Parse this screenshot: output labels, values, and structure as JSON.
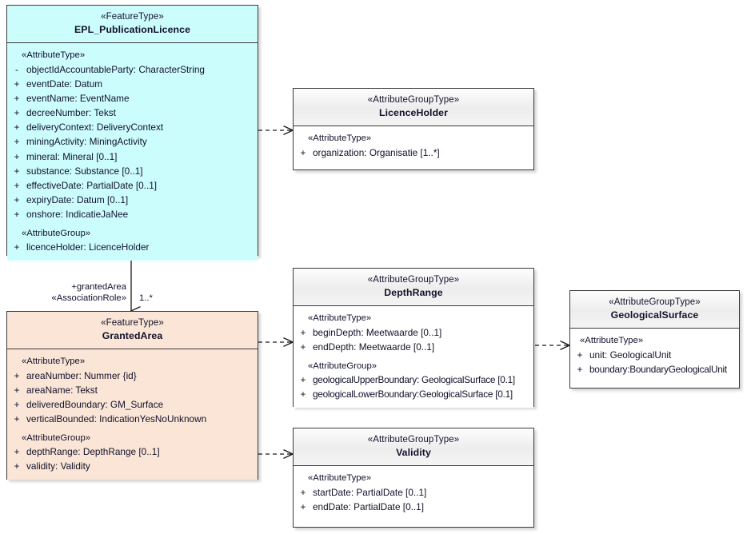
{
  "diagram": {
    "title": "EPL_PublicationLicence UML class diagram",
    "colors": {
      "featuretype_licence_fill": "#ccfdfd",
      "featuretype_area_fill": "#fbe5d6",
      "attributegrouptype_header_fill": "#f0f0f0",
      "attributegrouptype_body_fill": "#ffffff",
      "border": "#3a3a3a",
      "text": "#11112b"
    }
  },
  "classes": {
    "epl_publication_licence": {
      "stereotype": "«FeatureType»",
      "name": "EPL_PublicationLicence",
      "groups": [
        {
          "label": "«AttributeType»",
          "attributes": [
            {
              "visibility": "-",
              "signature": "objectIdAccountableParty: CharacterString"
            },
            {
              "visibility": "+",
              "signature": "eventDate: Datum"
            },
            {
              "visibility": "+",
              "signature": "eventName: EventName"
            },
            {
              "visibility": "+",
              "signature": "decreeNumber: Tekst"
            },
            {
              "visibility": "+",
              "signature": "deliveryContext: DeliveryContext"
            },
            {
              "visibility": "+",
              "signature": "miningActivity: MiningActivity"
            },
            {
              "visibility": "+",
              "signature": "mineral: Mineral [0..1]"
            },
            {
              "visibility": "+",
              "signature": "substance: Substance [0..1]"
            },
            {
              "visibility": "+",
              "signature": "effectiveDate: PartialDate [0..1]"
            },
            {
              "visibility": "+",
              "signature": "expiryDate: Datum [0..1]"
            },
            {
              "visibility": "+",
              "signature": "onshore: IndicatieJaNee"
            }
          ]
        },
        {
          "label": "«AttributeGroup»",
          "attributes": [
            {
              "visibility": "+",
              "signature": "licenceHolder: LicenceHolder"
            }
          ]
        }
      ]
    },
    "licence_holder": {
      "stereotype": "«AttributeGroupType»",
      "name": "LicenceHolder",
      "groups": [
        {
          "label": "«AttributeType»",
          "attributes": [
            {
              "visibility": "+",
              "signature": "organization: Organisatie [1..*]"
            }
          ]
        }
      ]
    },
    "granted_area": {
      "stereotype": "«FeatureType»",
      "name": "GrantedArea",
      "groups": [
        {
          "label": "«AttributeType»",
          "attributes": [
            {
              "visibility": "+",
              "signature": "areaNumber: Nummer {id}"
            },
            {
              "visibility": "+",
              "signature": "areaName: Tekst"
            },
            {
              "visibility": "+",
              "signature": "deliveredBoundary: GM_Surface"
            },
            {
              "visibility": "+",
              "signature": "verticalBounded: IndicationYesNoUnknown"
            }
          ]
        },
        {
          "label": "«AttributeGroup»",
          "attributes": [
            {
              "visibility": "+",
              "signature": "depthRange: DepthRange [0..1]"
            },
            {
              "visibility": "+",
              "signature": "validity: Validity"
            }
          ]
        }
      ]
    },
    "depth_range": {
      "stereotype": "«AttributeGroupType»",
      "name": "DepthRange",
      "groups": [
        {
          "label": "«AttributeType»",
          "attributes": [
            {
              "visibility": "+",
              "signature": "beginDepth: Meetwaarde [0..1]"
            },
            {
              "visibility": "+",
              "signature": "endDepth: Meetwaarde [0..1]"
            }
          ]
        },
        {
          "label": "«AttributeGroup»",
          "attributes": [
            {
              "visibility": "+",
              "signature": "geologicalUpperBoundary: GeologicalSurface [0.1]"
            },
            {
              "visibility": "+",
              "signature": "geologicalLowerBoundary:GeologicalSurface [0.1]"
            }
          ]
        }
      ]
    },
    "geological_surface": {
      "stereotype": "«AttributeGroupType»",
      "name": "GeologicalSurface",
      "groups": [
        {
          "label": "«AttributeType»",
          "attributes": [
            {
              "visibility": "+",
              "signature": "unit: GeologicalUnit"
            },
            {
              "visibility": "+",
              "signature": "boundary:BoundaryGeologicalUnit"
            }
          ]
        }
      ]
    },
    "validity": {
      "stereotype": "«AttributeGroupType»",
      "name": "Validity",
      "groups": [
        {
          "label": "«AttributeType»",
          "attributes": [
            {
              "visibility": "+",
              "signature": "startDate: PartialDate [0..1]"
            },
            {
              "visibility": "+",
              "signature": "endDate: PartialDate [0..1]"
            }
          ]
        }
      ]
    }
  },
  "connectors": {
    "granted_area_association": {
      "role_name": "+grantedArea",
      "stereotype": "«AssociationRole»",
      "multiplicity": "1..*"
    }
  }
}
